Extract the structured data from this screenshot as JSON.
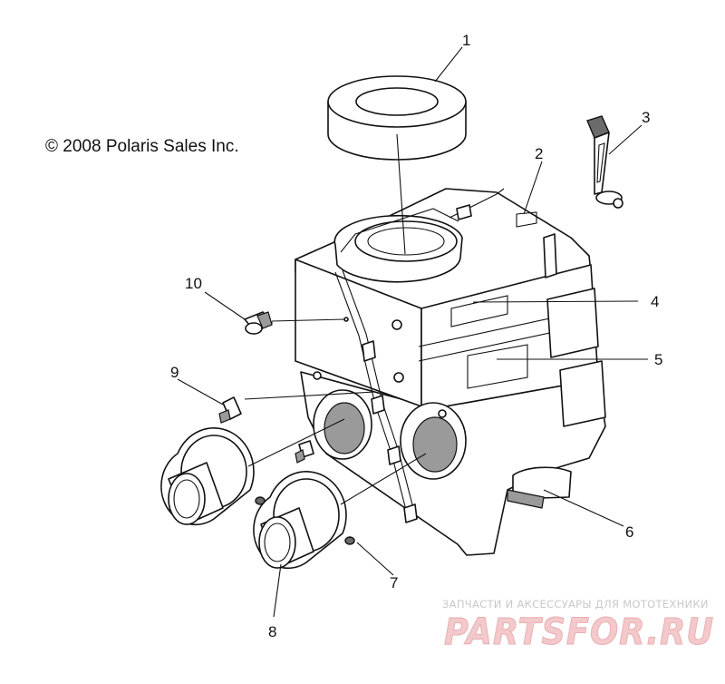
{
  "copyright": "© 2008 Polaris Sales Inc.",
  "callouts": [
    {
      "id": "1",
      "label": "1"
    },
    {
      "id": "2",
      "label": "2"
    },
    {
      "id": "3",
      "label": "3"
    },
    {
      "id": "4",
      "label": "4"
    },
    {
      "id": "5",
      "label": "5"
    },
    {
      "id": "6",
      "label": "6"
    },
    {
      "id": "7",
      "label": "7"
    },
    {
      "id": "8",
      "label": "8"
    },
    {
      "id": "9",
      "label": "9"
    },
    {
      "id": "10",
      "label": "10"
    }
  ],
  "watermark": {
    "tagline": "ЗАПЧАСТИ И АКСЕССУАРЫ ДЛЯ МОТОТЕХНИКИ",
    "brand": "PARTSFOR.RU"
  }
}
